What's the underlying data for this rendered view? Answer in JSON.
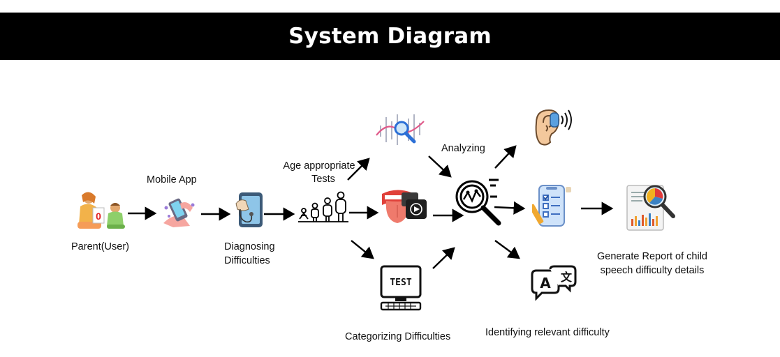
{
  "title": "System Diagram",
  "labels": {
    "parent": "Parent(User)",
    "mobile_app": "Mobile App",
    "diagnosing_1": "Diagnosing",
    "diagnosing_2": "Difficulties",
    "age_tests_1": "Age appropriate",
    "age_tests_2": "Tests",
    "analyzing": "Analyzing",
    "categorizing": "Categorizing Difficulties",
    "identifying": "Identifying relevant difficulty",
    "report_1": "Generate Report of child",
    "report_2": "speech difficulty details"
  },
  "icons": {
    "test_screen_text": "TEST",
    "translate_a": "A",
    "translate_b": "文"
  },
  "colors": {
    "title_bar": "#000000",
    "title_text": "#ffffff",
    "arrow": "#000000"
  }
}
